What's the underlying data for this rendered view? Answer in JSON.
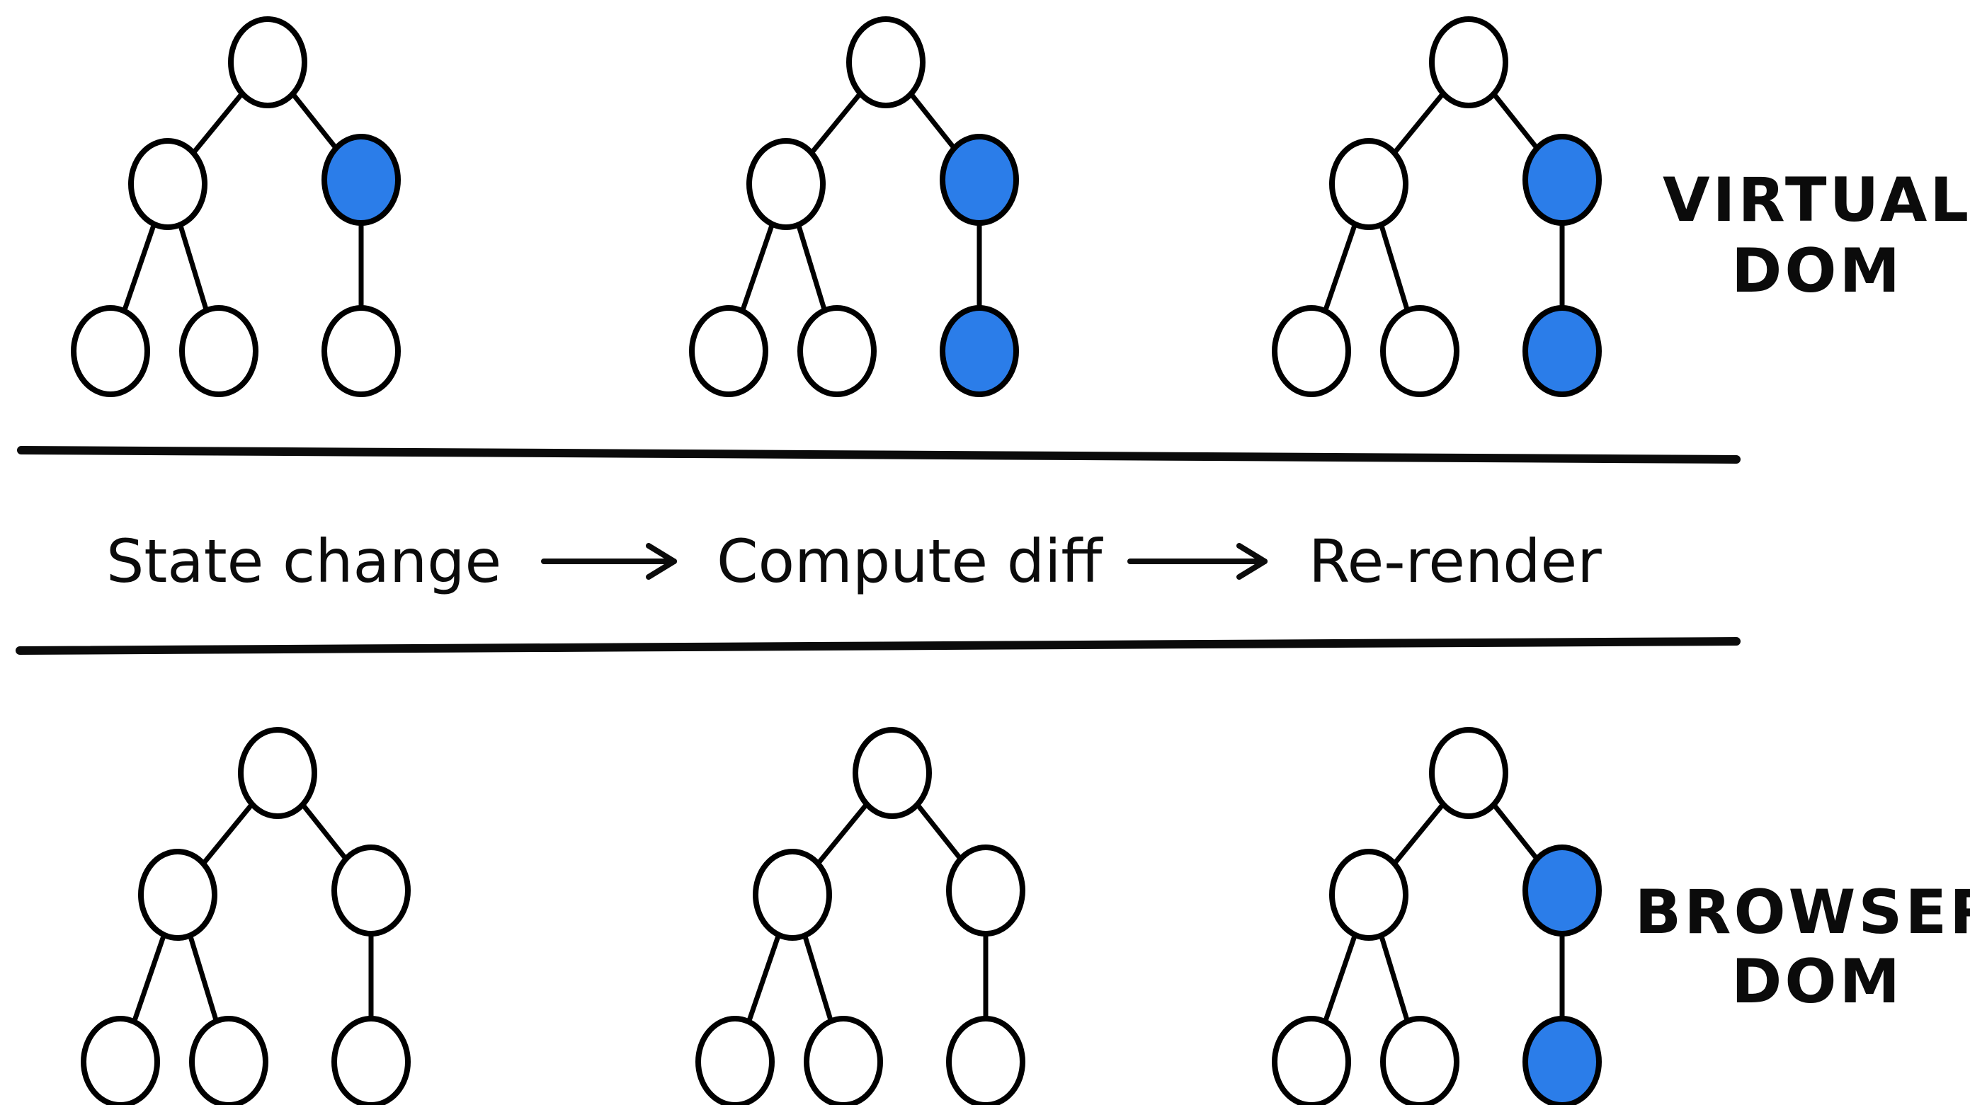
{
  "colors": {
    "background": "#ffffff",
    "node_fill": "#ffffff",
    "node_highlight": "#2b7de9",
    "stroke": "#000000"
  },
  "labels": {
    "virtual_dom": {
      "line1": "VIRTUAL",
      "line2": "DOM"
    },
    "browser_dom": {
      "line1": "BROWSER",
      "line2": "DOM"
    }
  },
  "process": {
    "steps": [
      "State change",
      "Compute diff",
      "Re-render"
    ]
  },
  "trees": {
    "virtual": [
      {
        "id": "vdom-tree-1",
        "highlighted": [
          "right"
        ]
      },
      {
        "id": "vdom-tree-2",
        "highlighted": [
          "right",
          "leaf3"
        ]
      },
      {
        "id": "vdom-tree-3",
        "highlighted": [
          "right",
          "leaf3"
        ]
      }
    ],
    "browser": [
      {
        "id": "browser-tree-1",
        "highlighted": []
      },
      {
        "id": "browser-tree-2",
        "highlighted": []
      },
      {
        "id": "browser-tree-3",
        "highlighted": [
          "right",
          "leaf3"
        ]
      }
    ]
  }
}
